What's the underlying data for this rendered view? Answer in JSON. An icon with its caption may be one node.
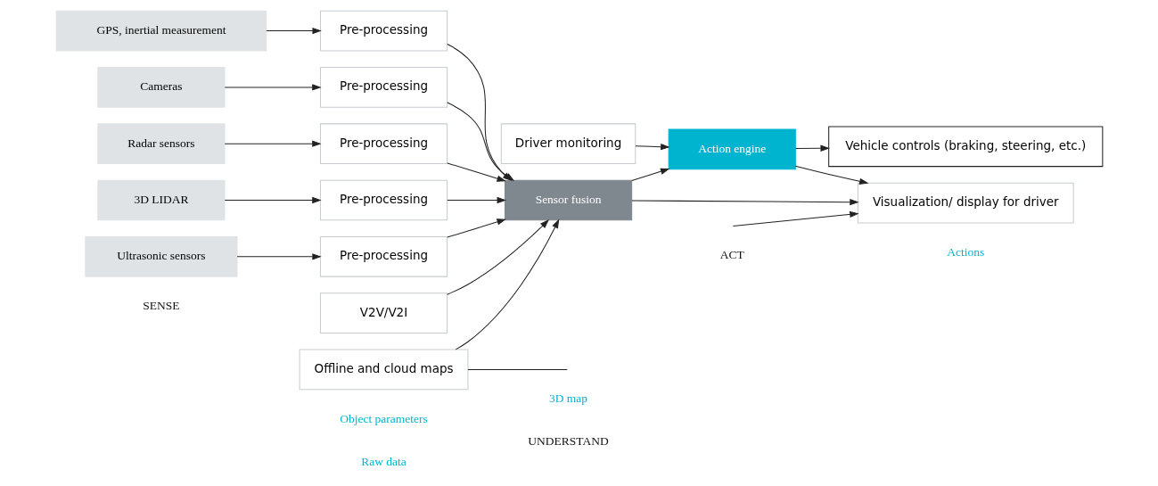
{
  "diagram": {
    "nodes": [
      {
        "text": [
          "GPS, inertial measurement"
        ]
      },
      {
        "text": [
          "Cameras"
        ]
      },
      {
        "text": [
          "Radar sensors"
        ]
      },
      {
        "text": [
          "3D LIDAR"
        ]
      },
      {
        "text": [
          "Ultrasonic sensors"
        ]
      },
      {
        "text": [
          "Pre-processing"
        ]
      },
      {
        "text": [
          "Pre-processing"
        ]
      },
      {
        "text": [
          "Pre-processing"
        ]
      },
      {
        "text": [
          "Pre-processing"
        ]
      },
      {
        "text": [
          "Pre-processing"
        ]
      },
      {
        "text": [
          "V2V/V2I"
        ]
      },
      {
        "text": [
          "Driver monitoring"
        ]
      },
      {
        "text": [
          "Sensor fusion"
        ]
      },
      {
        "text": [
          "Action engine"
        ]
      },
      {
        "text": [
          "Vehicle controls (braking, steering, etc.)"
        ]
      },
      {
        "text": [
          "Offline and cloud maps"
        ]
      },
      {
        "text": [
          "Visualization/ display for driver"
        ]
      }
    ],
    "edges": [
      {
        "from": 0,
        "to": 5,
        "arrow": "to"
      },
      {
        "from": 1,
        "to": 6,
        "arrow": "to"
      },
      {
        "from": 2,
        "to": 7,
        "arrow": "to"
      },
      {
        "from": 3,
        "to": 8,
        "arrow": "to"
      },
      {
        "from": 4,
        "to": 9,
        "arrow": "to"
      },
      {
        "from": 5,
        "to": 12,
        "arrow": "to"
      },
      {
        "from": 6,
        "to": 12,
        "arrow": "to"
      },
      {
        "from": 7,
        "to": 12,
        "arrow": "to"
      },
      {
        "from": 8,
        "to": 12,
        "arrow": "to"
      },
      {
        "from": 9,
        "to": 12,
        "arrow": "to"
      },
      {
        "from": 10,
        "to": 12,
        "arrow": "to"
      },
      {
        "from": 15,
        "to": 12,
        "arrow": "to"
      },
      {
        "from": 15,
        "to": null,
        "arrow": "none"
      },
      {
        "from": 11,
        "to": 13,
        "arrow": "to"
      },
      {
        "from": 12,
        "to": 13,
        "arrow": "to"
      },
      {
        "from": 12,
        "to": 16,
        "arrow": "to"
      },
      {
        "from": 13,
        "to": 14,
        "arrow": "to"
      },
      {
        "from": 13,
        "to": 16,
        "arrow": "to"
      },
      {
        "from": null,
        "to": 16,
        "arrow": "to"
      }
    ],
    "labels": [
      "SENSE",
      "UNDERSTAND",
      "ACT",
      "Raw data",
      "Object parameters",
      "3D map",
      "Actions"
    ]
  }
}
